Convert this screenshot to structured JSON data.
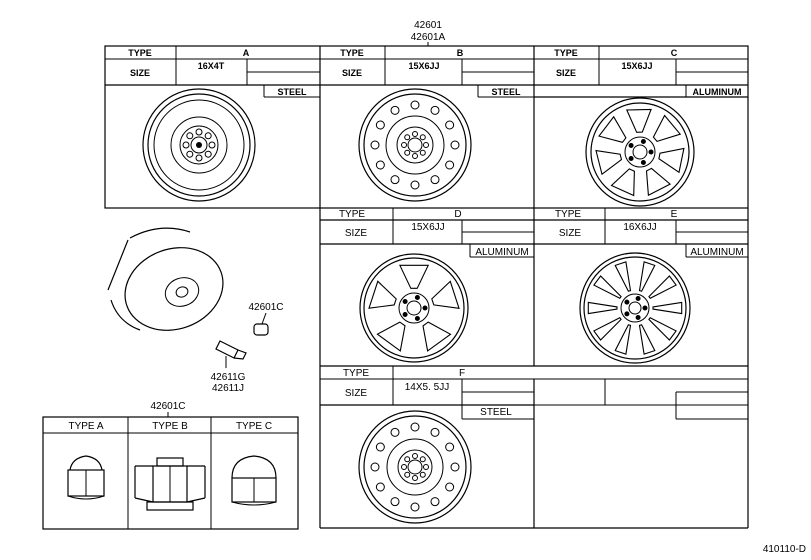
{
  "header": {
    "part_number": "42601",
    "part_number_alt": "42601A"
  },
  "labels": {
    "type": "TYPE",
    "size": "SIZE"
  },
  "wheels": {
    "a": {
      "type": "A",
      "size": "16X4T",
      "material": "STEEL"
    },
    "b": {
      "type": "B",
      "size": "15X6JJ",
      "material": "STEEL"
    },
    "c": {
      "type": "C",
      "size": "15X6JJ",
      "material": "ALUMINUM"
    },
    "d": {
      "type": "D",
      "size": "15X6JJ",
      "material": "ALUMINUM"
    },
    "e": {
      "type": "E",
      "size": "16X6JJ",
      "material": "ALUMINUM"
    },
    "f": {
      "type": "F",
      "size": "14X5. 5JJ",
      "material": "STEEL"
    }
  },
  "parts": {
    "cap": "42601C",
    "valve_1": "42611G",
    "valve_2": "42611J"
  },
  "nuts": {
    "header": "42601C",
    "type_a": "TYPE A",
    "type_b": "TYPE B",
    "type_c": "TYPE C"
  },
  "footer": {
    "code": "410110-D"
  }
}
